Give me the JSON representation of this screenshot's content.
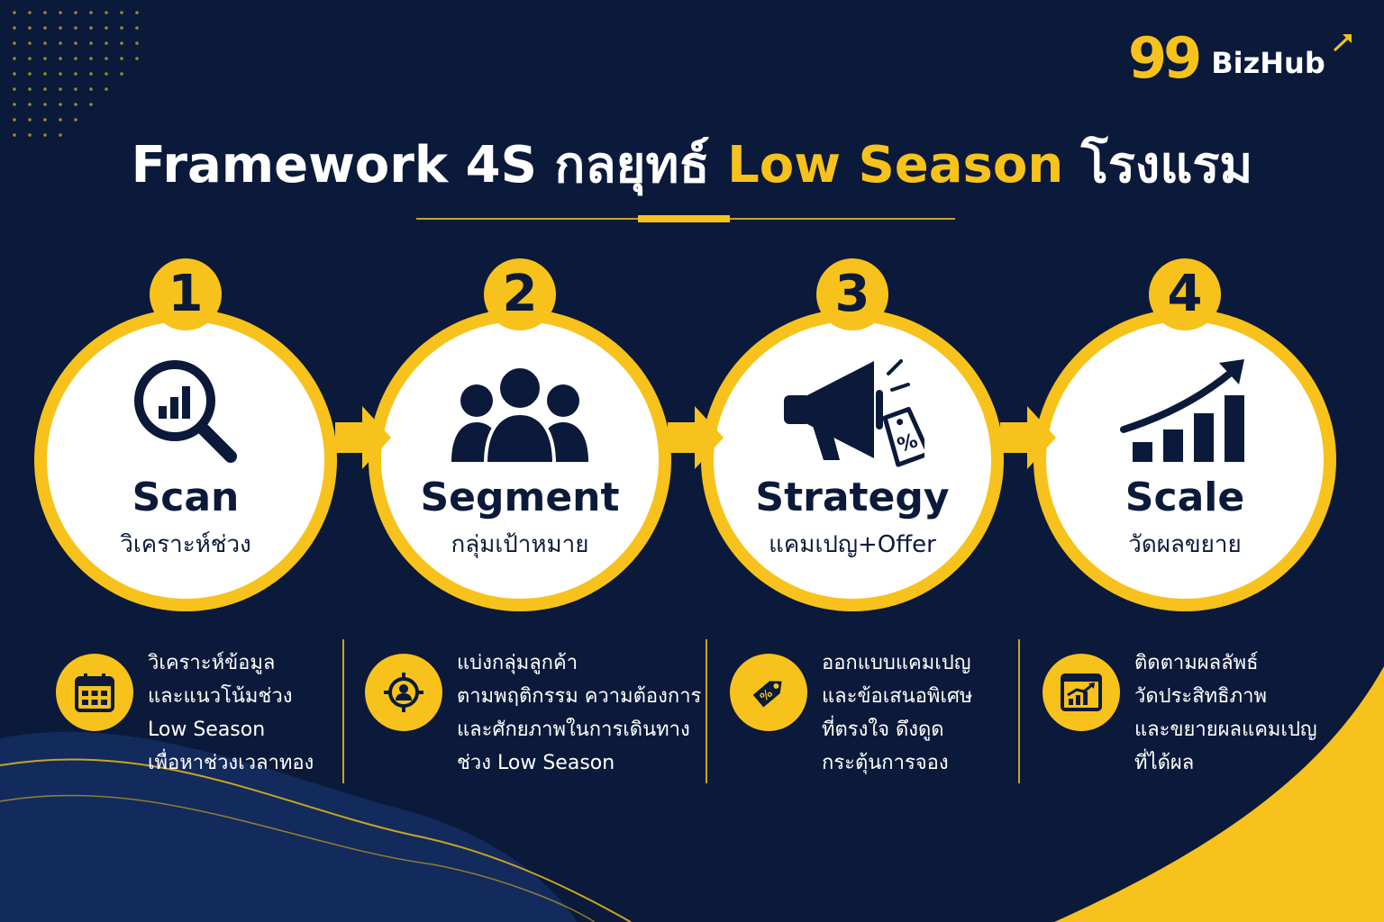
{
  "brand": {
    "number": "99",
    "name": "BizHub"
  },
  "header": {
    "title_part1": "Framework 4S กลยุทธ์",
    "title_highlight": "Low Season",
    "title_part2": "โรงแรม"
  },
  "colors": {
    "background": "#0b1a3a",
    "accent": "#f7c21b",
    "text_dark": "#0b1a3a",
    "text_light": "#ffffff"
  },
  "steps": [
    {
      "number": "1",
      "name": "Scan",
      "subtitle": "วิเคราะห์ช่วง",
      "icon": "magnifier-chart-icon",
      "description": [
        "วิเคราะห์ข้อมูล",
        "และแนวโน้มช่วง",
        "Low Season",
        "เพื่อหาช่วงเวลาทอง"
      ],
      "desc_icon": "calendar-icon"
    },
    {
      "number": "2",
      "name": "Segment",
      "subtitle": "กลุ่มเป้าหมาย",
      "icon": "people-group-icon",
      "description": [
        "แบ่งกลุ่มลูกค้า",
        "ตามพฤติกรรม ความต้องการ",
        "และศักยภาพในการเดินทาง",
        "ช่วง Low Season"
      ],
      "desc_icon": "target-person-icon"
    },
    {
      "number": "3",
      "name": "Strategy",
      "subtitle": "แคมเปญ+Offer",
      "icon": "megaphone-tag-icon",
      "description": [
        "ออกแบบแคมเปญ",
        "และข้อเสนอพิเศษ",
        "ที่ตรงใจ ดึงดูด",
        "กระตุ้นการจอง"
      ],
      "desc_icon": "discount-tag-icon"
    },
    {
      "number": "4",
      "name": "Scale",
      "subtitle": "วัดผลขยาย",
      "icon": "growth-chart-icon",
      "description": [
        "ติดตามผลลัพธ์",
        "วัดประสิทธิภาพ",
        "และขยายผลแคมเปญ",
        "ที่ได้ผล"
      ],
      "desc_icon": "monitor-chart-icon"
    }
  ]
}
